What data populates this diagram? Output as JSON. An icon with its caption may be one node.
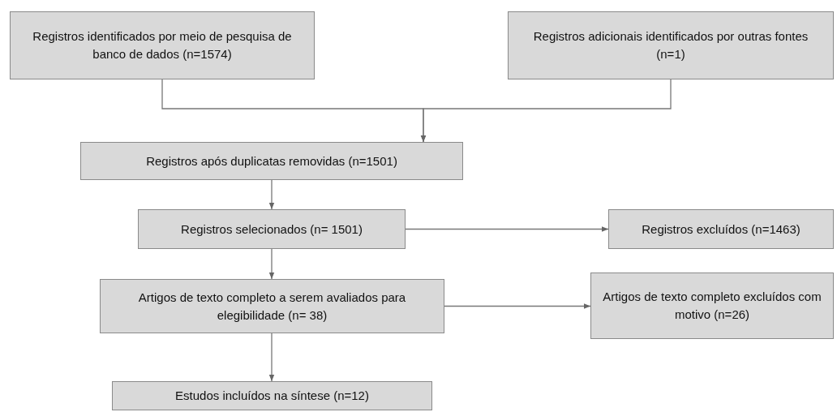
{
  "diagram": {
    "nodes": [
      {
        "text": [
          "Registros identificados por meio de pesquisa de banco de dados (n=1574)"
        ]
      },
      {
        "text": [
          "Registros adicionais identificados por outras fontes (n=1)"
        ]
      },
      {
        "text": [
          "Registros após duplicatas removidas (n=1501)"
        ]
      },
      {
        "text": [
          "Registros selecionados (n= 1501)"
        ]
      },
      {
        "text": [
          "Registros excluídos (n=1463)"
        ]
      },
      {
        "text": [
          "Artigos de texto completo a serem avaliados para elegibilidade (n= 38)"
        ]
      },
      {
        "text": [
          "Artigos de texto completo excluídos com motivo (n=26)"
        ]
      },
      {
        "text": [
          "Estudos incluídos na síntese (n=12)"
        ]
      }
    ],
    "edges": [
      {
        "from": 0,
        "to": 2,
        "arrow": "to"
      },
      {
        "from": 1,
        "to": 2,
        "arrow": "to"
      },
      {
        "from": 2,
        "to": 3,
        "arrow": "to"
      },
      {
        "from": 3,
        "to": 4,
        "arrow": "to"
      },
      {
        "from": 3,
        "to": 5,
        "arrow": "to"
      },
      {
        "from": 5,
        "to": 6,
        "arrow": "to"
      },
      {
        "from": 5,
        "to": 7,
        "arrow": "to"
      }
    ]
  }
}
